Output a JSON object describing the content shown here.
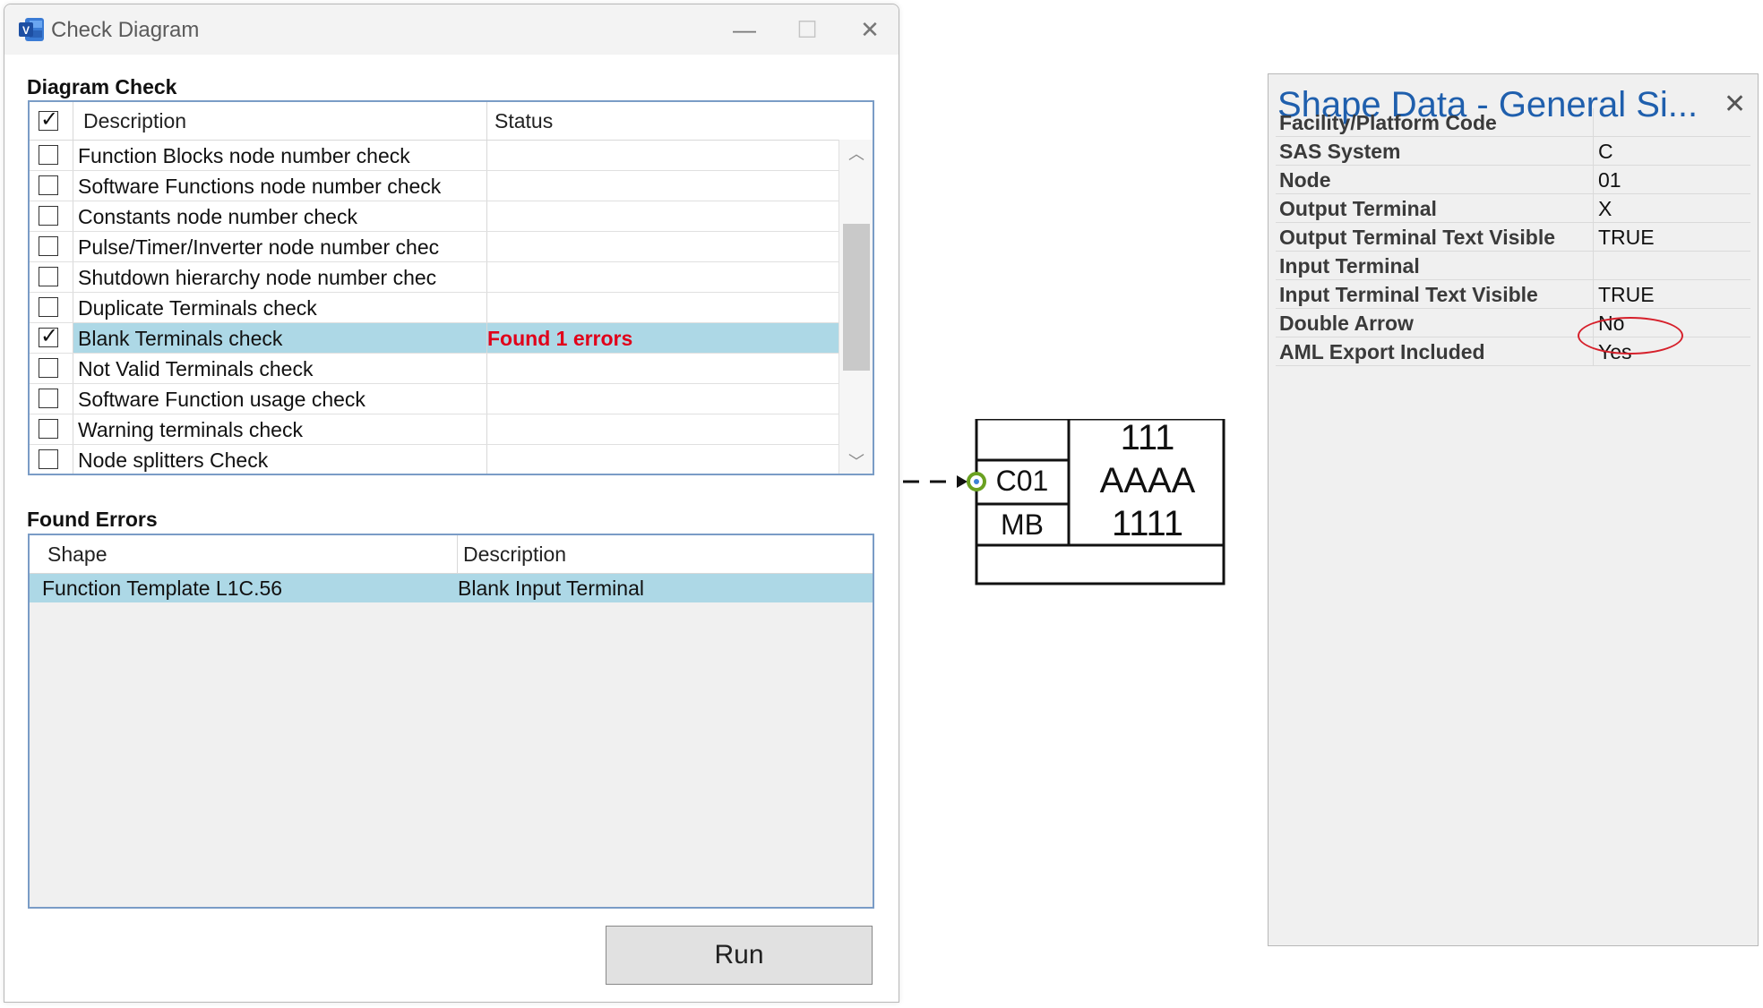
{
  "window": {
    "title": "Check Diagram",
    "minimize_glyph": "—",
    "maximize_glyph": "☐",
    "close_glyph": "✕"
  },
  "diagram_check": {
    "label": "Diagram Check",
    "columns": [
      "Description",
      "Status"
    ],
    "header_checked": true,
    "items": [
      {
        "label": "Function Blocks node number check",
        "checked": false,
        "status": ""
      },
      {
        "label": "Software Functions node number check",
        "checked": false,
        "status": ""
      },
      {
        "label": "Constants node number check",
        "checked": false,
        "status": ""
      },
      {
        "label": "Pulse/Timer/Inverter node number chec",
        "checked": false,
        "status": ""
      },
      {
        "label": "Shutdown hierarchy node number chec",
        "checked": false,
        "status": ""
      },
      {
        "label": "Duplicate Terminals check",
        "checked": false,
        "status": ""
      },
      {
        "label": "Blank Terminals check",
        "checked": true,
        "status": "Found 1 errors"
      },
      {
        "label": "Not Valid Terminals check",
        "checked": false,
        "status": ""
      },
      {
        "label": "Software Function usage check",
        "checked": false,
        "status": ""
      },
      {
        "label": "Warning terminals check",
        "checked": false,
        "status": ""
      },
      {
        "label": "Node splitters Check",
        "checked": false,
        "status": ""
      }
    ]
  },
  "found_errors": {
    "label": "Found Errors",
    "columns": [
      "Shape",
      "Description"
    ],
    "rows": [
      {
        "shape": "Function Template L1C.56",
        "description": "Blank Input Terminal"
      }
    ]
  },
  "run_button": {
    "label": "Run"
  },
  "diagram_shape": {
    "terminal": "C01",
    "sub": "MB",
    "line1": "111",
    "line2": "AAAA",
    "line3": "1111"
  },
  "shape_data": {
    "title": "Shape Data - General Si...",
    "close_glyph": "✕",
    "rows": [
      {
        "name": "Facility/Platform Code",
        "value": ""
      },
      {
        "name": "SAS System",
        "value": "C"
      },
      {
        "name": "Node",
        "value": "01"
      },
      {
        "name": "Output Terminal",
        "value": "X"
      },
      {
        "name": "Output Terminal Text Visible",
        "value": "TRUE"
      },
      {
        "name": "Input Terminal",
        "value": ""
      },
      {
        "name": "Input Terminal Text Visible",
        "value": "TRUE"
      },
      {
        "name": "Double Arrow",
        "value": "No"
      },
      {
        "name": "AML Export Included",
        "value": "Yes"
      }
    ]
  },
  "colors": {
    "selection": "#add8e6",
    "error_text": "#e0001a",
    "grid_border": "#7a9cc6",
    "panel_title": "#1f5fad",
    "annotation_circle": "#d6202b",
    "connector_green": "#6aa121"
  }
}
